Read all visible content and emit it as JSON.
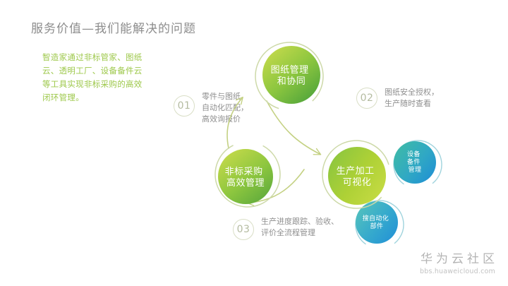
{
  "slide": {
    "title": "服务价值—我们能解决的问题",
    "intro": "智造家通过非标管家、图纸云、透明工厂、设备备件云等工具实现非标采购的高效闭环管理。",
    "background": "#ffffff"
  },
  "callouts": [
    {
      "number": "01",
      "text": "零件与图纸\n自动化匹配，\n高效询报价"
    },
    {
      "number": "02",
      "text": "图纸安全授权，\n生产随时查看"
    },
    {
      "number": "03",
      "text": "生产进度跟踪、验收、\n评价全流程管理"
    }
  ],
  "nodes": {
    "primary": [
      {
        "id": "drawing",
        "line1": "图纸管理",
        "line2": "和协同"
      },
      {
        "id": "procurement",
        "line1": "非标采购",
        "line2": "高效管理"
      },
      {
        "id": "production",
        "line1": "生产加工",
        "line2": "可视化"
      }
    ],
    "secondary": [
      {
        "id": "spare-parts",
        "line1": "设备",
        "line2": "备件",
        "line3": "管理"
      },
      {
        "id": "automation-parts",
        "line1": "搜自动化",
        "line2": "部件",
        "line3": ""
      }
    ]
  },
  "watermark": {
    "cn": "华为云社区",
    "url": "bbs.huaweicloud.com"
  },
  "colors": {
    "title": "#8d8d8d",
    "intro_green": "#9dc84a",
    "callout_text": "#8f8f8f",
    "callout_ring": "#d9dec6",
    "green_light": "#c3d84a",
    "green_dark": "#56a83c",
    "teal": "#35b0a0",
    "blue": "#2d9fd8",
    "arrow": "#c2cf7e",
    "ring": "#cdd9a8"
  }
}
